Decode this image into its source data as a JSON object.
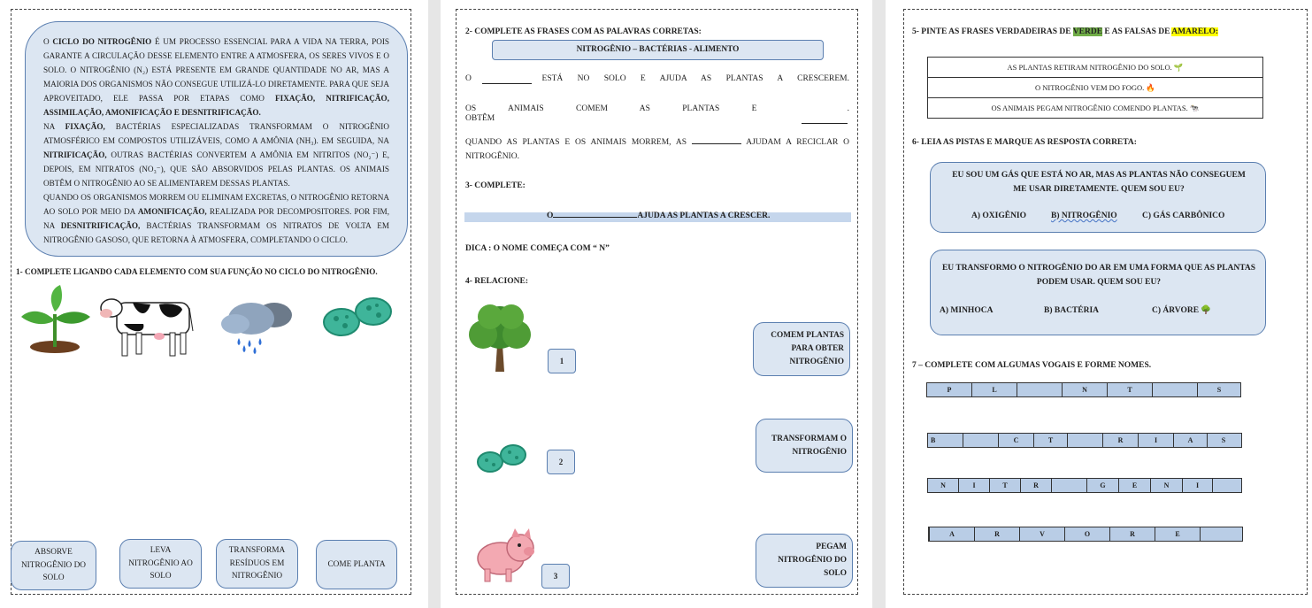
{
  "colors": {
    "box_fill": "#dce6f2",
    "box_border": "#5b7fb0",
    "grid_fill": "#b9cde6",
    "highlight_green": "#70ad47",
    "highlight_yellow": "#ffff00"
  },
  "page1": {
    "intro": {
      "p1_a": "O ",
      "p1_b": "CICLO DO NITROGÊNIO",
      "p1_c": " É UM PROCESSO ESSENCIAL PARA A VIDA NA TERRA, POIS GARANTE A CIRCULAÇÃO DESSE ELEMENTO ENTRE A ATMOSFERA, OS SERES VIVOS E O SOLO. O NITROGÊNIO (N₂) ESTÁ PRESENTE EM GRANDE QUANTIDADE NO AR, MAS A MAIORIA DOS ORGANISMOS NÃO CONSEGUE UTILIZÁ-LO DIRETAMENTE. PARA QUE SEJA APROVEITADO, ELE PASSA POR ETAPAS COMO ",
      "p1_d": "FIXAÇÃO, NITRIFICAÇÃO, ASSIMILAÇÃO, AMONIFICAÇÃO E DESNITRIFICAÇÃO.",
      "p2_a": "NA ",
      "p2_b": "FIXAÇÃO,",
      "p2_c": " BACTÉRIAS ESPECIALIZADAS TRANSFORMAM O NITROGÊNIO ATMOSFÉRICO EM COMPOSTOS UTILIZÁVEIS, COMO A AMÔNIA (NH₃). EM SEGUIDA, NA ",
      "p2_d": "NITRIFICAÇÃO,",
      "p2_e": " OUTRAS BACTÉRIAS CONVERTEM A AMÔNIA EM NITRITOS (NO₂⁻) E, DEPOIS, EM NITRATOS (NO₃⁻), QUE SÃO ABSORVIDOS PELAS PLANTAS. OS ANIMAIS OBTÊM O NITROGÊNIO AO SE ALIMENTAREM DESSAS PLANTAS.",
      "p3_a": "QUANDO OS ORGANISMOS MORREM OU ELIMINAM EXCRETAS, O NITROGÊNIO RETORNA AO SOLO POR MEIO DA ",
      "p3_b": "AMONIFICAÇÃO,",
      "p3_c": " REALIZADA POR DECOMPOSITORES. POR FIM, NA ",
      "p3_d": "DESNITRIFICAÇÃO,",
      "p3_e": " BACTÉRIAS TRANSFORMAM OS NITRATOS DE VOLTA EM NITROGÊNIO GASOSO, QUE RETORNA À ATMOSFERA, COMPLETANDO O CICLO."
    },
    "q1": "1- COMPLETE LIGANDO CADA ELEMENTO COM SUA FUNÇÃO NO CICLO DO NITROGÊNIO.",
    "functions": [
      "ABSORVE NITROGÊNIO DO SOLO",
      "LEVA NITROGÊNIO AO SOLO",
      "TRANSFORMA RESÍDUOS EM NITROGÊNIO",
      "COME PLANTA"
    ],
    "images": [
      "plant-icon",
      "cow-icon",
      "rain-cloud-icon",
      "bacteria-icon"
    ]
  },
  "page2": {
    "q2": "2- COMPLETE AS FRASES COM AS PALAVRAS CORRETAS:",
    "words": "NITROGÊNIO – BACTÉRIAS - ALIMENTO",
    "s1_a": "O",
    "s1_b": "ESTÁ NO SOLO E AJUDA AS PLANTAS A CRESCEREM.",
    "s2_a": "OS ANIMAIS COMEM AS PLANTAS E OBTÊM",
    "s2_b": ".",
    "s3_a": "QUANDO AS PLANTAS E OS ANIMAIS MORREM, AS",
    "s3_b": "AJUDAM A RECICLAR O NITROGÊNIO.",
    "q3": "3- COMPLETE:",
    "s4_a": "O",
    "s4_b": "AJUDA AS PLANTAS A CRESCER.",
    "tip": "DICA : O NOME COMEÇA COM “ N”",
    "q4": "4- RELACIONE:",
    "numbers": [
      "1",
      "2",
      "3"
    ],
    "relate": [
      "COMEM PLANTAS PARA OBTER NITROGÊNIO",
      "TRANSFORMAM O NITROGÊNIO",
      "PEGAM NITROGÊNIO DO SOLO"
    ]
  },
  "page3": {
    "q5_a": "5- PINTE AS FRASES VERDADEIRAS DE ",
    "q5_b": "VERDE",
    "q5_c": " E AS FALSAS DE ",
    "q5_d": "AMARELO:",
    "statements": [
      "AS PLANTAS RETIRAM NITROGÊNIO DO SOLO. 🌱",
      "O NITROGÊNIO VEM DO FOGO. 🔥",
      "OS ANIMAIS PEGAM NITROGÊNIO COMENDO PLANTAS. 🐄"
    ],
    "q6": "6- LEIA AS PISTAS E MARQUE AS RESPOSTA CORRETA:",
    "c1": {
      "clue": "EU SOU UM GÁS QUE ESTÁ NO AR, MAS AS PLANTAS NÃO CONSEGUEM ME USAR DIRETAMENTE. QUEM SOU EU?",
      "a": "A) OXIGÊNIO",
      "b": "B) NITROGÊNIO",
      "c": "C) GÁS CARBÔNICO"
    },
    "c2": {
      "clue": "EU TRANSFORMO O NITROGÊNIO DO AR EM UMA FORMA QUE AS PLANTAS PODEM USAR. QUEM SOU EU?",
      "a": "A) MINHOCA",
      "b": "B) BACTÉRIA",
      "c": "C) ÁRVORE 🌳"
    },
    "q7": "7 – COMPLETE COM ALGUMAS VOGAIS E FORME NOMES.",
    "grids": [
      [
        "P",
        "L",
        "",
        "N",
        "T",
        "",
        "S"
      ],
      [
        "B",
        "",
        "C",
        "T",
        "",
        "R",
        "I",
        "A",
        "S"
      ],
      [
        "N",
        "I",
        "T",
        "R",
        "",
        "G",
        "E",
        "N",
        "I",
        ""
      ],
      [
        "",
        "A",
        "R",
        "V",
        "O",
        "R",
        "E",
        ""
      ]
    ]
  }
}
